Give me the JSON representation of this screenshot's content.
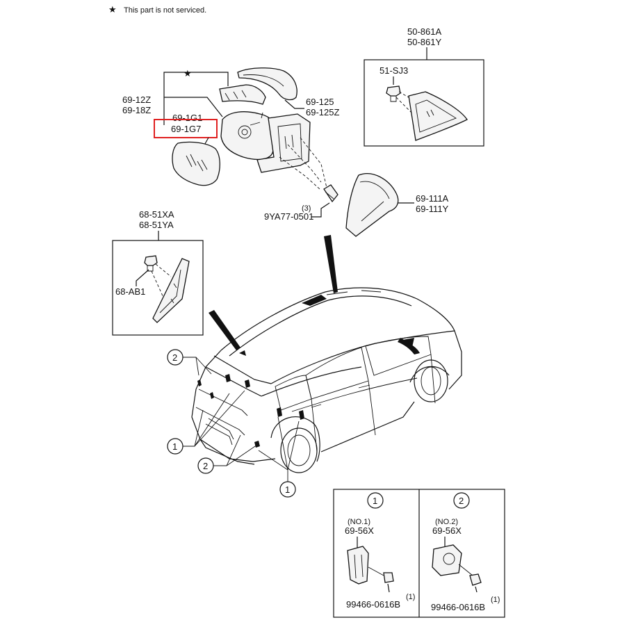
{
  "note": {
    "symbol": "★",
    "text": "This part is not serviced."
  },
  "mirror": {
    "star": "★",
    "cover_1": "69-125",
    "cover_2": "69-125Z",
    "housing_1": "69-12Z",
    "housing_2": "69-18Z",
    "glass_1": "69-1G1",
    "glass_2": "69-1G7",
    "bolt_qty": "(3)",
    "bolt": "9YA77-0501",
    "highlight_color": "#e02020"
  },
  "garnish_box": {
    "title_1": "50-861A",
    "title_2": "50-861Y",
    "clip": "51-SJ3"
  },
  "pillar": {
    "label_1": "69-111A",
    "label_2": "69-111Y"
  },
  "quarter_box": {
    "title_1": "68-51XA",
    "title_2": "68-51YA",
    "clip": "68-AB1"
  },
  "callouts": {
    "one": "1",
    "two": "2"
  },
  "legend": {
    "col1": {
      "num": "1",
      "no": "(NO.1)",
      "part": "69-56X",
      "qty": "(1)",
      "screw": "99466-0616B"
    },
    "col2": {
      "num": "2",
      "no": "(NO.2)",
      "part": "69-56X",
      "qty": "(1)",
      "screw": "99466-0616B"
    }
  }
}
